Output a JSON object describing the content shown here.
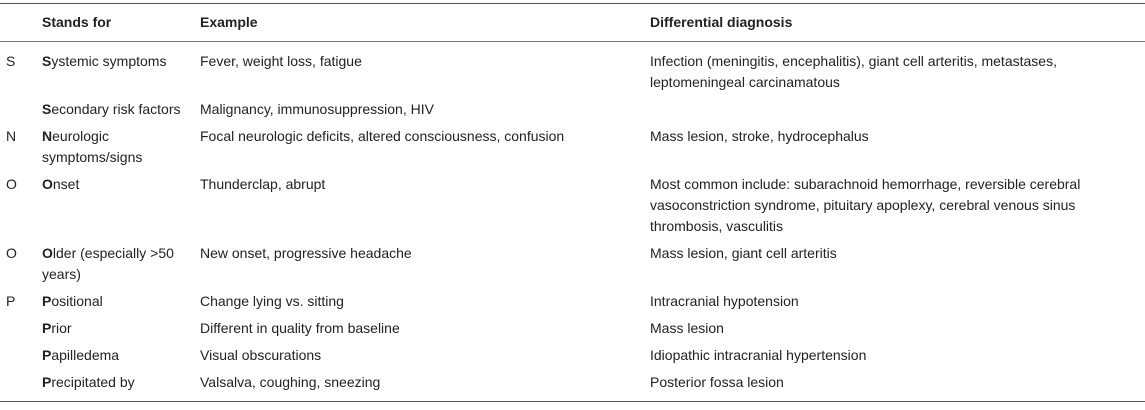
{
  "table": {
    "headers": [
      "",
      "Stands for",
      "Example",
      "Differential diagnosis"
    ],
    "rows": [
      {
        "letter": "S",
        "initial": "S",
        "rest": "ystemic symptoms",
        "example": "Fever, weight loss, fatigue",
        "diff": "Infection (meningitis, encephalitis), giant cell arteritis, metastases, leptomeningeal carcinamatous"
      },
      {
        "letter": "",
        "initial": "S",
        "rest": "econdary risk factors",
        "example": "Malignancy, immunosuppression, HIV",
        "diff": ""
      },
      {
        "letter": "N",
        "initial": "N",
        "rest": "eurologic symptoms/signs",
        "example": "Focal neurologic deficits, altered consciousness, confusion",
        "diff": "Mass lesion, stroke, hydrocephalus"
      },
      {
        "letter": "O",
        "initial": "O",
        "rest": "nset",
        "example": "Thunderclap, abrupt",
        "diff": "Most common include: subarachnoid hemorrhage, reversible cerebral vasoconstriction syndrome, pituitary apoplexy, cerebral venous sinus thrombosis, vasculitis"
      },
      {
        "letter": "O",
        "initial": "O",
        "rest": "lder (especially >50 years)",
        "example": "New onset, progressive headache",
        "diff": "Mass lesion, giant cell arteritis"
      },
      {
        "letter": "P",
        "initial": "P",
        "rest": "ositional",
        "example": "Change lying vs. sitting",
        "diff": "Intracranial hypotension"
      },
      {
        "letter": "",
        "initial": "P",
        "rest": "rior",
        "example": "Different in quality from baseline",
        "diff": "Mass lesion"
      },
      {
        "letter": "",
        "initial": "P",
        "rest": "apilledema",
        "example": "Visual obscurations",
        "diff": "Idiopathic intracranial hypertension"
      },
      {
        "letter": "",
        "initial": "P",
        "rest": "recipitated by",
        "example": "Valsalva, coughing, sneezing",
        "diff": "Posterior fossa lesion"
      }
    ]
  }
}
